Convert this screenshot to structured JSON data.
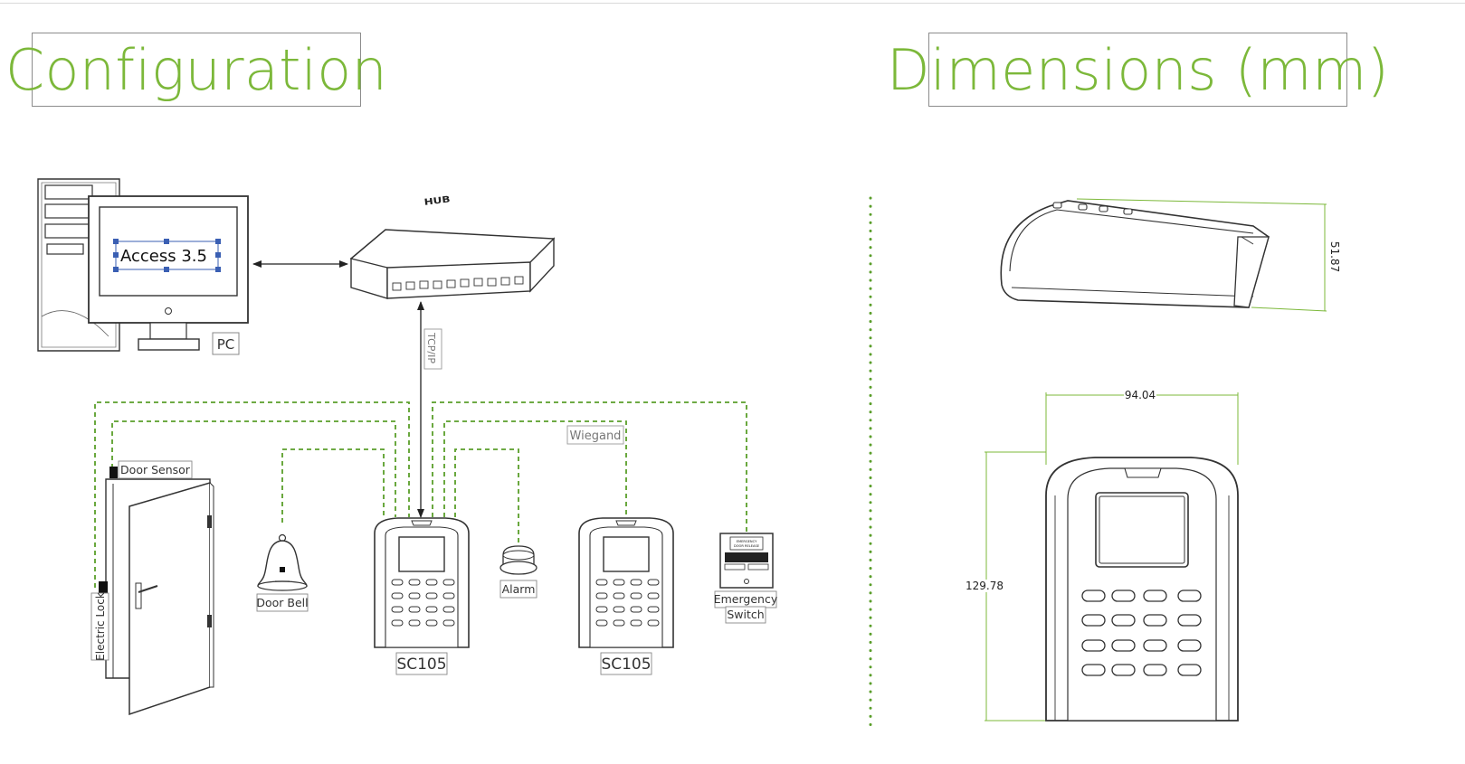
{
  "titles": {
    "configuration": "Configuration",
    "dimensions": "Dimensions (mm)"
  },
  "configuration": {
    "software_label": "Access 3.5",
    "pc_label": "PC",
    "hub_label": "HUB",
    "tcpip_label": "TCP/IP",
    "wiegand_label": "Wiegand",
    "door_sensor_label": "Door Sensor",
    "electric_lock_label": "Electric Lock",
    "door_bell_label": "Door Bell",
    "alarm_label": "Alarm",
    "reader1_label": "SC105",
    "reader2_label": "SC105",
    "emergency_label_line1": "Emergency",
    "emergency_label_line2": "Switch",
    "emergency_sign_line1": "EMERGENCY",
    "emergency_sign_line2": "DOOR RELEASE"
  },
  "dimensions": {
    "depth": "51.87",
    "width": "94.04",
    "height": "129.78"
  },
  "colors": {
    "accent_green": "#7cb83a",
    "wire_green": "#5a9e2a",
    "line_dark": "#333333"
  }
}
